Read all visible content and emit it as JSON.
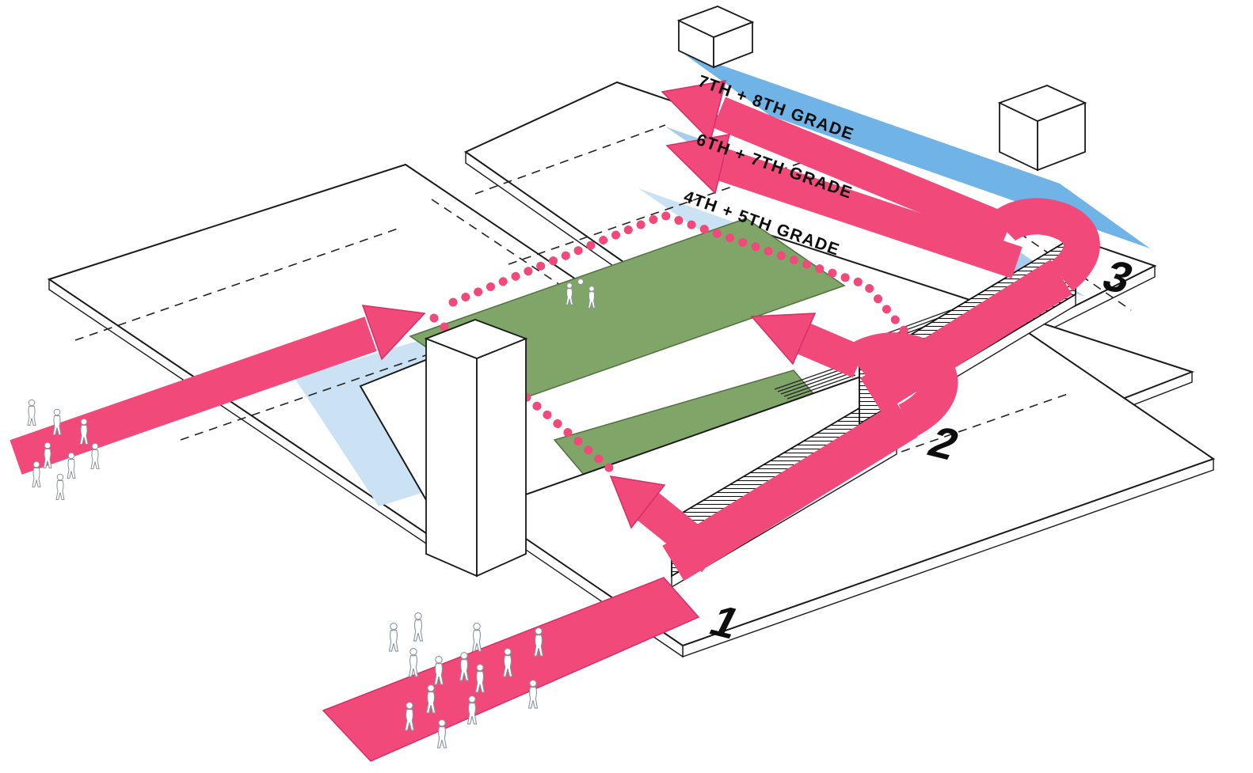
{
  "diagram": {
    "type": "axonometric-circulation-diagram",
    "grade_zones": [
      {
        "label": "7TH + 8TH GRADE",
        "zone_color": "#6FB3E7"
      },
      {
        "label": "6TH + 7TH GRADE",
        "zone_color": "#A9CDEC"
      },
      {
        "label": "4TH + 5TH GRADE",
        "zone_color": "#CBE1F4"
      }
    ],
    "levels": [
      {
        "number": "1"
      },
      {
        "number": "2"
      },
      {
        "number": "3"
      }
    ],
    "colors": {
      "circulation_pink": "#F2497B",
      "circulation_pink_edge": "#D62E66",
      "zone_blue_dark": "#6FB3E7",
      "zone_blue_medium": "#A9CDEC",
      "zone_blue_pale": "#CBE1F4",
      "lawn_green": "#7FA569",
      "outline_black": "#1a1a1a",
      "background": "#ffffff"
    }
  }
}
